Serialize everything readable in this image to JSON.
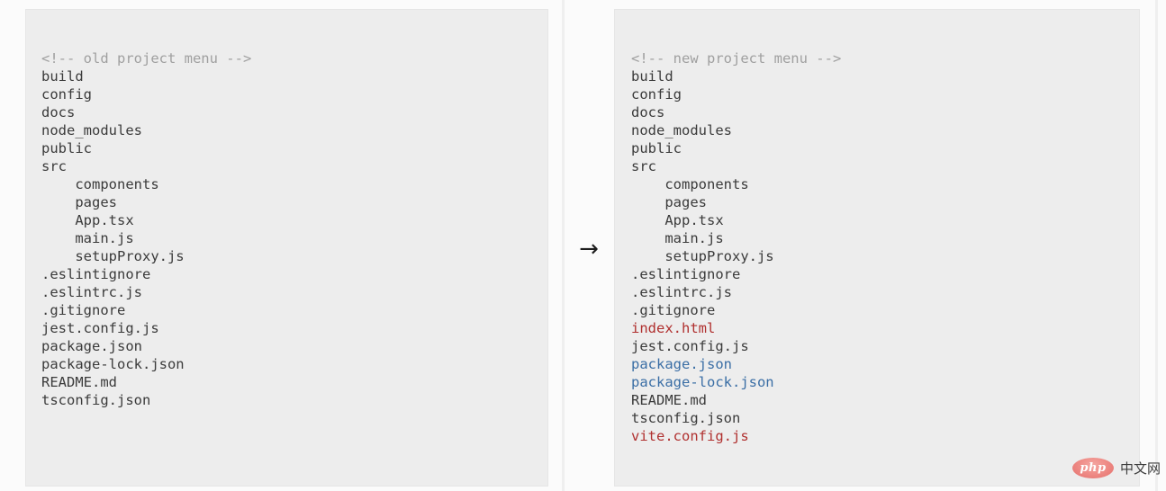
{
  "panels": {
    "left": {
      "title": "old project menu",
      "lines": [
        {
          "text": "<!-- old project menu -->",
          "style": "comment",
          "indent": 0
        },
        {
          "text": "build",
          "style": "default",
          "indent": 0
        },
        {
          "text": "config",
          "style": "default",
          "indent": 0
        },
        {
          "text": "docs",
          "style": "default",
          "indent": 0
        },
        {
          "text": "node_modules",
          "style": "default",
          "indent": 0
        },
        {
          "text": "public",
          "style": "default",
          "indent": 0
        },
        {
          "text": "src",
          "style": "default",
          "indent": 0
        },
        {
          "text": "components",
          "style": "default",
          "indent": 1
        },
        {
          "text": "pages",
          "style": "default",
          "indent": 1
        },
        {
          "text": "App.tsx",
          "style": "default",
          "indent": 1
        },
        {
          "text": "main.js",
          "style": "default",
          "indent": 1
        },
        {
          "text": "setupProxy.js",
          "style": "default",
          "indent": 1
        },
        {
          "text": ".eslintignore",
          "style": "default",
          "indent": 0
        },
        {
          "text": ".eslintrc.js",
          "style": "default",
          "indent": 0
        },
        {
          "text": ".gitignore",
          "style": "default",
          "indent": 0
        },
        {
          "text": "jest.config.js",
          "style": "default",
          "indent": 0
        },
        {
          "text": "package.json",
          "style": "default",
          "indent": 0
        },
        {
          "text": "package-lock.json",
          "style": "default",
          "indent": 0
        },
        {
          "text": "README.md",
          "style": "default",
          "indent": 0
        },
        {
          "text": "tsconfig.json",
          "style": "default",
          "indent": 0
        }
      ]
    },
    "right": {
      "title": "new project menu",
      "lines": [
        {
          "text": "<!-- new project menu -->",
          "style": "comment",
          "indent": 0
        },
        {
          "text": "build",
          "style": "default",
          "indent": 0
        },
        {
          "text": "config",
          "style": "default",
          "indent": 0
        },
        {
          "text": "docs",
          "style": "default",
          "indent": 0
        },
        {
          "text": "node_modules",
          "style": "default",
          "indent": 0
        },
        {
          "text": "public",
          "style": "default",
          "indent": 0
        },
        {
          "text": "src",
          "style": "default",
          "indent": 0
        },
        {
          "text": "components",
          "style": "default",
          "indent": 1
        },
        {
          "text": "pages",
          "style": "default",
          "indent": 1
        },
        {
          "text": "App.tsx",
          "style": "default",
          "indent": 1
        },
        {
          "text": "main.js",
          "style": "default",
          "indent": 1
        },
        {
          "text": "setupProxy.js",
          "style": "default",
          "indent": 1
        },
        {
          "text": ".eslintignore",
          "style": "default",
          "indent": 0
        },
        {
          "text": ".eslintrc.js",
          "style": "default",
          "indent": 0
        },
        {
          "text": ".gitignore",
          "style": "default",
          "indent": 0
        },
        {
          "text": "index.html",
          "style": "added",
          "indent": 0
        },
        {
          "text": "jest.config.js",
          "style": "default",
          "indent": 0
        },
        {
          "text": "package.json",
          "style": "changed",
          "indent": 0
        },
        {
          "text": "package-lock.json",
          "style": "changed",
          "indent": 0
        },
        {
          "text": "README.md",
          "style": "default",
          "indent": 0
        },
        {
          "text": "tsconfig.json",
          "style": "default",
          "indent": 0
        },
        {
          "text": "vite.config.js",
          "style": "added",
          "indent": 0
        }
      ]
    }
  },
  "arrow": {
    "glyph": "→"
  },
  "watermark": {
    "logo_text": "php",
    "label": "中文网"
  },
  "colors": {
    "page_background": "#fbfbfb",
    "panel_background": "#ededed",
    "text_default": "#3b3b3b",
    "text_comment": "#a0a0a0",
    "text_added": "#b0302f",
    "text_changed": "#3a6ea5",
    "watermark_logo": "#e4706c"
  }
}
